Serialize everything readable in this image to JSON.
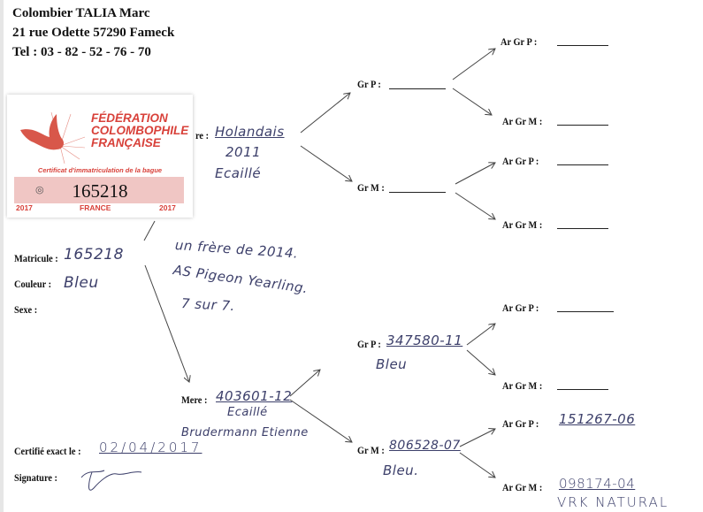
{
  "header": {
    "line1": "Colombier  TALIA Marc",
    "line2": "21 rue Odette  57290 Fameck",
    "line3": "Tel :  03 - 82 - 52 - 76 - 70"
  },
  "certificate": {
    "federation": [
      "FÉDÉRATION",
      "COLOMBOPHILE",
      "FRANÇAISE"
    ],
    "subtitle": "Certificat d'immatriculation de la bague",
    "ring_number": "165218",
    "year_left": "2017",
    "country": "FRANCE",
    "year_right": "2017"
  },
  "subject": {
    "matricule_label": "Matricule :",
    "matricule_value": "165218",
    "couleur_label": "Couleur :",
    "couleur_value": "Bleu",
    "sexe_label": "Sexe :",
    "notes": [
      "un frère de 2014.",
      "AS Pigeon Yearling.",
      "7 sur 7."
    ]
  },
  "pere": {
    "label": "re :",
    "value": "Holandais",
    "year": "2011",
    "color": "Ecaillé"
  },
  "mere": {
    "label": "Mere :",
    "value": "403601-12",
    "color": "Ecaillé",
    "breeder": "Brudermann Etienne"
  },
  "grandparents": {
    "pere_gp": {
      "label": "Gr P :",
      "value": ""
    },
    "pere_gm": {
      "label": "Gr M :",
      "value": ""
    },
    "mere_gp": {
      "label": "Gr P :",
      "value": "347580-11",
      "color": "Bleu"
    },
    "mere_gm": {
      "label": "Gr M :",
      "value": "806528-07",
      "color": "Bleu."
    }
  },
  "great_grandparents": {
    "a": {
      "label": "Ar Gr P :",
      "value": ""
    },
    "b": {
      "label": "Ar Gr M :",
      "value": ""
    },
    "c": {
      "label": "Ar Gr P :",
      "value": ""
    },
    "d": {
      "label": "Ar Gr M :",
      "value": ""
    },
    "e": {
      "label": "Ar Gr P :",
      "value": ""
    },
    "f": {
      "label": "Ar Gr M :",
      "value": ""
    },
    "g": {
      "label": "Ar Gr P :",
      "value": "151267-06"
    },
    "h": {
      "label": "Ar Gr M :",
      "value": "098174-04",
      "note": "VRK NATURAL"
    }
  },
  "footer": {
    "certifie_label": "Certifié exact le :",
    "certifie_value": "02/04/2017",
    "signature_label": "Signature :"
  }
}
